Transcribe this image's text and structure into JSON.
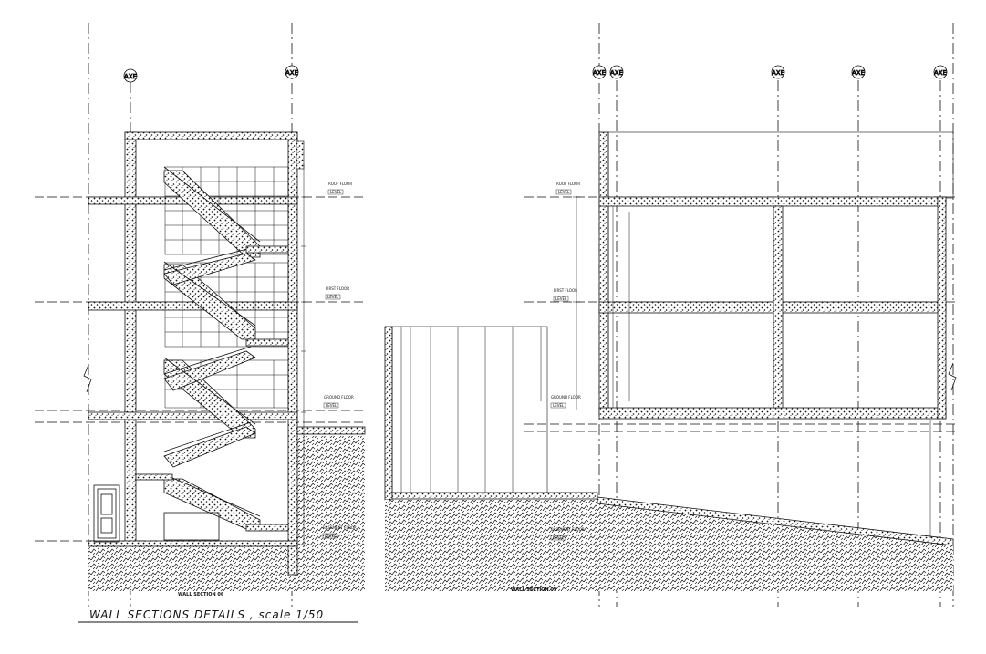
{
  "title": "WALL SECTIONS DETAILS , scale 1/50",
  "sections": {
    "left": "WALL SECTION 06",
    "right": "WALL SECTION 05"
  },
  "axis_label": "AXE",
  "floor_labels": {
    "roof": "ROOF FLOOR",
    "first": "FIRST FLOOR",
    "ground": "GROUND FLOOR",
    "basement": "BASEMENT FLOOR"
  },
  "level_tag": "LEVEL",
  "colors": {
    "line": "#111111",
    "paper": "#ffffff"
  }
}
